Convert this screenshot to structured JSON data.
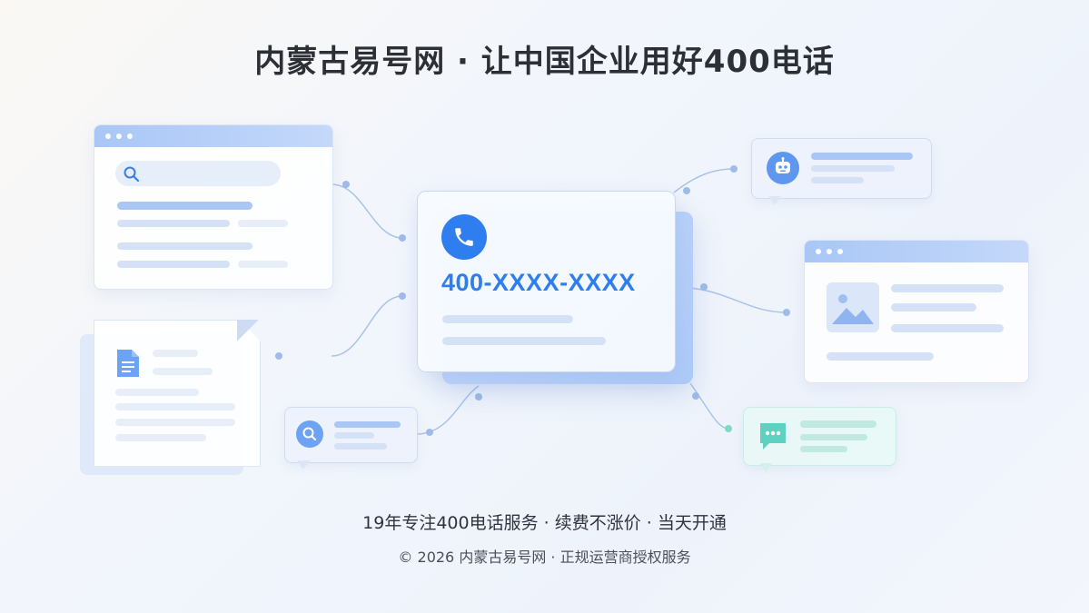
{
  "header": {
    "title": "内蒙古易号网 · 让中国企业用好400电话"
  },
  "center_card": {
    "phone_number": "400-XXXX-XXXX",
    "icon": "phone-icon"
  },
  "left_top_window": {
    "icon": "search-icon"
  },
  "left_doc": {
    "icon": "document-icon"
  },
  "bottom_bubble": {
    "icon": "search-icon"
  },
  "right_top_bubble": {
    "icon": "robot-icon"
  },
  "right_window": {
    "icon": "image-icon"
  },
  "right_bottom_bubble": {
    "icon": "chat-icon"
  },
  "footer": {
    "tagline": "19年专注400电话服务 · 续费不涨价 · 当天开通",
    "copyright": "© 2026 内蒙古易号网 · 正规运营商授权服务"
  },
  "colors": {
    "accent": "#2f7ef0",
    "window_bar": "#a9c7f6",
    "chat_green": "#5fd1c0",
    "title_text": "#2c2f36"
  }
}
